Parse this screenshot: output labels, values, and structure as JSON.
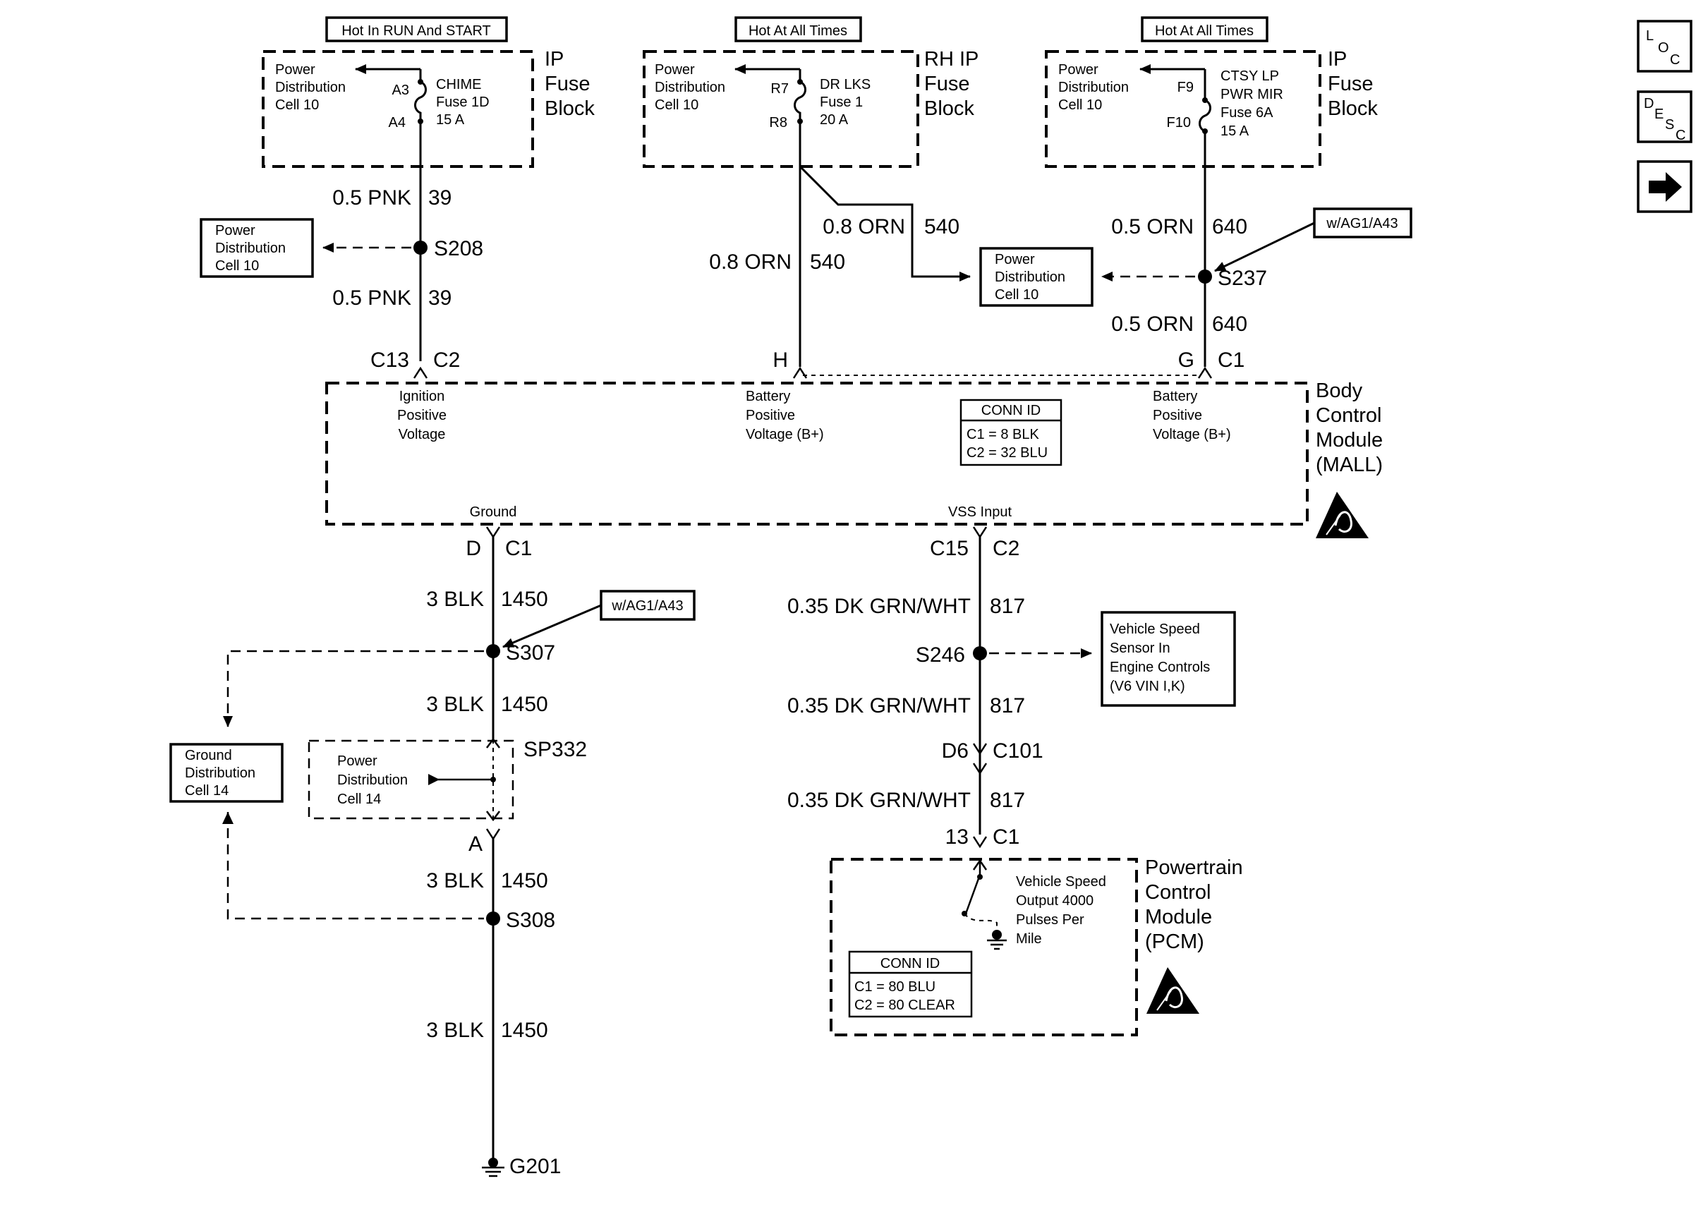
{
  "page": {
    "bg": "#ffffff",
    "ink": "#000000"
  },
  "top": {
    "chime": {
      "header": "Hot In RUN And START",
      "pd_lines": [
        "Power",
        "Distribution",
        "Cell 10"
      ],
      "pins": [
        "A3",
        "A4"
      ],
      "fuse_lines": [
        "CHIME",
        "Fuse 1D",
        "15 A"
      ],
      "block_lines": [
        "IP",
        "Fuse",
        "Block"
      ]
    },
    "drlks": {
      "header": "Hot At All Times",
      "pd_lines": [
        "Power",
        "Distribution",
        "Cell 10"
      ],
      "pins": [
        "R7",
        "R8"
      ],
      "fuse_lines": [
        "DR LKS",
        "Fuse 1",
        "20 A"
      ],
      "block_lines": [
        "RH IP",
        "Fuse",
        "Block"
      ]
    },
    "ctsy": {
      "header": "Hot At All Times",
      "pd_lines": [
        "Power",
        "Distribution",
        "Cell 10"
      ],
      "pins": [
        "F9",
        "F10"
      ],
      "fuse_lines": [
        "CTSY LP",
        "PWR MIR",
        "Fuse 6A",
        "15 A"
      ],
      "block_lines": [
        "IP",
        "Fuse",
        "Block"
      ]
    }
  },
  "circuits": {
    "c39_a": {
      "wire": "0.5 PNK",
      "num": "39"
    },
    "c39_b": {
      "wire": "0.5 PNK",
      "num": "39"
    },
    "c540_a": {
      "wire": "0.8 ORN",
      "num": "540"
    },
    "c540_b": {
      "wire": "0.8 ORN",
      "num": "540"
    },
    "c640_a": {
      "wire": "0.5 ORN",
      "num": "640"
    },
    "c640_b": {
      "wire": "0.5 ORN",
      "num": "640"
    },
    "c1450_a": {
      "wire": "3 BLK",
      "num": "1450"
    },
    "c1450_b": {
      "wire": "3 BLK",
      "num": "1450"
    },
    "c1450_c": {
      "wire": "3 BLK",
      "num": "1450"
    },
    "c1450_d": {
      "wire": "3 BLK",
      "num": "1450"
    },
    "c817_a": {
      "wire": "0.35 DK GRN/WHT",
      "num": "817"
    },
    "c817_b": {
      "wire": "0.35 DK GRN/WHT",
      "num": "817"
    },
    "c817_c": {
      "wire": "0.35 DK GRN/WHT",
      "num": "817"
    }
  },
  "splices": {
    "s208": "S208",
    "s237": "S237",
    "s307": "S307",
    "s308": "S308",
    "s246": "S246",
    "sp332": "SP332"
  },
  "refs": {
    "pd_s208": [
      "Power",
      "Distribution",
      "Cell 10"
    ],
    "pd_s237": [
      "Power",
      "Distribution",
      "Cell 10"
    ],
    "option_a": "w/AG1/A43",
    "option_b": "w/AG1/A43",
    "gnd_cell14": [
      "Ground",
      "Distribution",
      "Cell 14"
    ],
    "pd_cell14": [
      "Power",
      "Distribution",
      "Cell 14"
    ],
    "vss_sensor": [
      "Vehicle Speed",
      "Sensor In",
      "Engine Controls",
      "(V6 VIN I,K)"
    ]
  },
  "bcm": {
    "pins": {
      "c13": "C13",
      "c2_top": "C2",
      "h": "H",
      "g": "G",
      "c1_top": "C1",
      "d": "D",
      "c1_bot": "C1",
      "c15": "C15",
      "c2_bot": "C2"
    },
    "inputs": {
      "ign": [
        "Ignition",
        "Positive",
        "Voltage"
      ],
      "bat1": [
        "Battery",
        "Positive",
        "Voltage (B+)"
      ],
      "bat2": [
        "Battery",
        "Positive",
        "Voltage (B+)"
      ],
      "ground": "Ground",
      "vss": "VSS Input"
    },
    "conn_id": {
      "title": "CONN ID",
      "lines": [
        "C1 = 8 BLK",
        "C2 = 32 BLU"
      ]
    },
    "name_lines": [
      "Body",
      "Control",
      "Module",
      "(MALL)"
    ]
  },
  "c101": {
    "pin": "D6",
    "conn": "C101"
  },
  "pcm": {
    "pin": "13",
    "conn": "C1",
    "output_lines": [
      "Vehicle Speed",
      "Output 4000",
      "Pulses Per",
      "Mile"
    ],
    "conn_id": {
      "title": "CONN ID",
      "lines": [
        "C1 = 80 BLU",
        "C2 = 80 CLEAR"
      ]
    },
    "name_lines": [
      "Powertrain",
      "Control",
      "Module",
      "(PCM)"
    ]
  },
  "sp332_pin": "A",
  "ground": "G201",
  "nav": {
    "loc": [
      "L",
      "O",
      "C"
    ],
    "desc": [
      "D",
      "E",
      "S",
      "C"
    ],
    "next_icon": "right-arrow-icon"
  }
}
